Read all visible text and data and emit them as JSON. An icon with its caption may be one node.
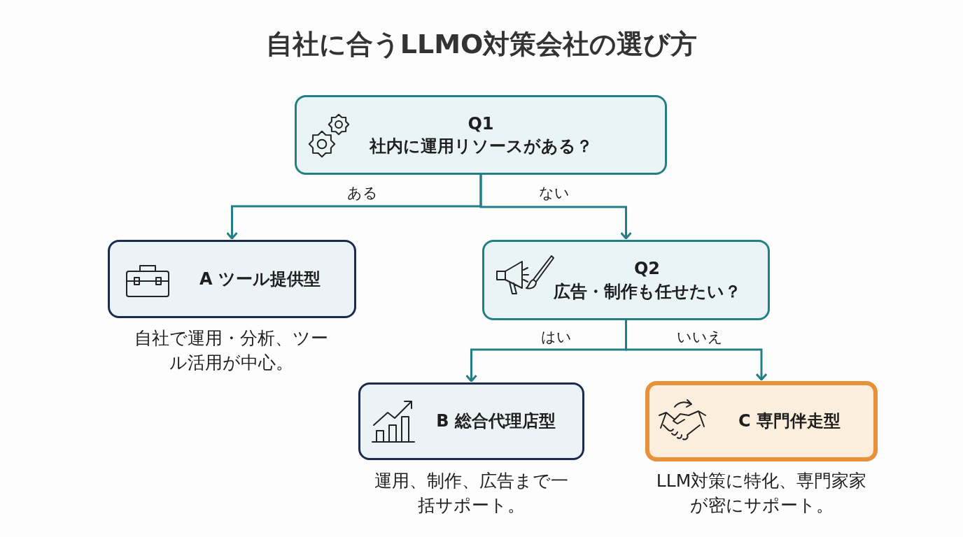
{
  "diagram": {
    "title": "自社に合うLLMO対策会社の選び方",
    "nodes": [
      {
        "text": [
          "Q1",
          "社内に運用リソースがある？"
        ]
      },
      {
        "text": [
          "A ツール提供型"
        ],
        "beside": [
          "自社で運用・分析、ツール活用が中心。"
        ]
      },
      {
        "text": [
          "Q2",
          "広告・制作も任せたい？"
        ]
      },
      {
        "text": [
          "B 総合代理店型"
        ],
        "beside": [
          "運用、制作、広告まで一括サポート。"
        ]
      },
      {
        "text": [
          "C 専門伴走型"
        ],
        "beside": [
          "LLM対策に特化、専門家家が密にサポート。"
        ]
      }
    ],
    "edges": [
      {
        "from": 0,
        "to": 1,
        "arrow": "to",
        "label": "ある"
      },
      {
        "from": 0,
        "to": 2,
        "arrow": "to",
        "label": "ない"
      },
      {
        "from": 2,
        "to": 3,
        "arrow": "to",
        "label": "はい"
      },
      {
        "from": 2,
        "to": 4,
        "arrow": "to",
        "label": "いいえ"
      }
    ]
  }
}
